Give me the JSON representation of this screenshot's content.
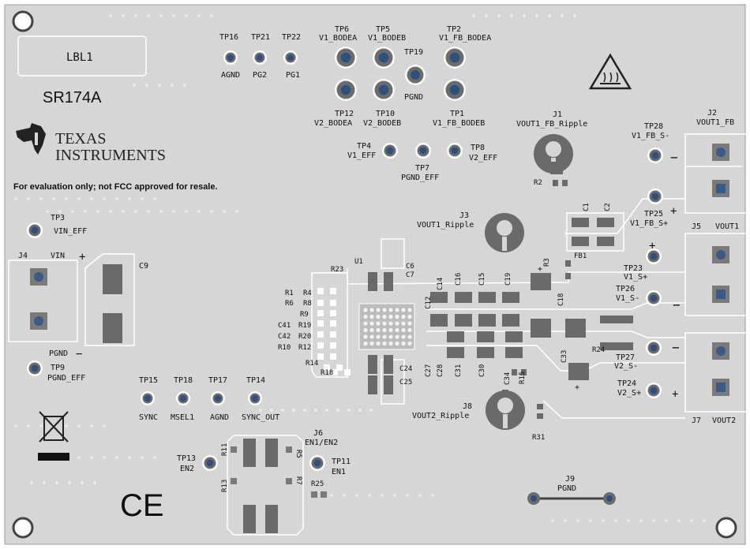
{
  "board": {
    "label_box": "LBL1",
    "part_number": "SR174A",
    "brand_line1": "TEXAS",
    "brand_line2": "INSTRUMENTS",
    "disclaimer": "For evaluation only; not FCC approved for resale.",
    "ce_mark": "CE"
  },
  "test_points": [
    {
      "id": "tp16",
      "name": "TP16",
      "signal": "AGND"
    },
    {
      "id": "tp21",
      "name": "TP21",
      "signal": "PG2"
    },
    {
      "id": "tp22",
      "name": "TP22",
      "signal": "PG1"
    },
    {
      "id": "tp6",
      "name": "TP6",
      "signal": "V1_BODEA"
    },
    {
      "id": "tp5",
      "name": "TP5",
      "signal": "V1_BODEB"
    },
    {
      "id": "tp2",
      "name": "TP2",
      "signal": "V1_FB_BODEA"
    },
    {
      "id": "tp19",
      "name": "TP19",
      "signal": "PGND"
    },
    {
      "id": "tp12",
      "name": "TP12",
      "signal": "V2_BODEA"
    },
    {
      "id": "tp10",
      "name": "TP10",
      "signal": "V2_BODEB"
    },
    {
      "id": "tp1",
      "name": "TP1",
      "signal": "V1_FB_BODEB"
    },
    {
      "id": "tp4",
      "name": "TP4",
      "signal": "V1_EFF"
    },
    {
      "id": "tp7",
      "name": "TP7",
      "signal": "PGND_EFF"
    },
    {
      "id": "tp8",
      "name": "TP8",
      "signal": "V2_EFF"
    },
    {
      "id": "tp3",
      "name": "TP3",
      "signal": "VIN_EFF"
    },
    {
      "id": "tp9",
      "name": "TP9",
      "signal": "PGND_EFF"
    },
    {
      "id": "tp15",
      "name": "TP15",
      "signal": "SYNC"
    },
    {
      "id": "tp18",
      "name": "TP18",
      "signal": "MSEL1"
    },
    {
      "id": "tp17",
      "name": "TP17",
      "signal": "AGND"
    },
    {
      "id": "tp14",
      "name": "TP14",
      "signal": "SYNC_OUT"
    },
    {
      "id": "tp13",
      "name": "TP13",
      "signal": "EN2"
    },
    {
      "id": "tp11",
      "name": "TP11",
      "signal": "EN1"
    },
    {
      "id": "tp28",
      "name": "TP28",
      "signal": "V1_FB_S-"
    },
    {
      "id": "tp25",
      "name": "TP25",
      "signal": "V1_FB_S+"
    },
    {
      "id": "tp23",
      "name": "TP23",
      "signal": "V1_S+"
    },
    {
      "id": "tp26",
      "name": "TP26",
      "signal": "V1_S-"
    },
    {
      "id": "tp27",
      "name": "TP27",
      "signal": "V2_S-"
    },
    {
      "id": "tp24",
      "name": "TP24",
      "signal": "V2_S+"
    }
  ],
  "connectors": {
    "j1": {
      "name": "J1",
      "signal": "VOUT1_FB_Ripple"
    },
    "j2": {
      "name": "J2",
      "signal": "VOUT1_FB"
    },
    "j3": {
      "name": "J3",
      "signal": "VOUT1_Ripple"
    },
    "j4": {
      "name": "J4",
      "signal": "VIN"
    },
    "j5": {
      "name": "J5",
      "signal": "VOUT1"
    },
    "j6": {
      "name": "J6",
      "signal": "EN1/EN2"
    },
    "j7": {
      "name": "J7",
      "signal": "VOUT2"
    },
    "j8": {
      "name": "J8",
      "signal": "VOUT2_Ripple"
    },
    "j9": {
      "name": "J9",
      "signal": "PGND"
    }
  },
  "components": {
    "u1": "U1",
    "r23": "R23",
    "r1": "R1",
    "r4": "R4",
    "r6": "R6",
    "r8": "R8",
    "r9": "R9",
    "c41": "C41",
    "r19": "R19",
    "c42": "C42",
    "r20": "R20",
    "r10": "R10",
    "r12": "R12",
    "r14": "R14",
    "r18": "R18",
    "c6": "C6",
    "c7": "C7",
    "c12": "C12",
    "c14": "C14",
    "c16": "C16",
    "c15": "C15",
    "c19": "C19",
    "c18": "C18",
    "c24": "C24",
    "c25": "C25",
    "c27": "C27",
    "c28": "C28",
    "c31": "C31",
    "c30": "C30",
    "c34": "C34",
    "c33": "C33",
    "r15": "R15",
    "r31": "R31",
    "r24": "R24",
    "r3": "R3",
    "fb1": "FB1",
    "c1": "C1",
    "c2": "C2",
    "r2": "R2",
    "c9": "C9",
    "r11": "R11",
    "r13": "R13",
    "r5": "R5",
    "r7": "R7",
    "r25": "R25"
  },
  "power_labels": {
    "pgnd": "PGND",
    "plus": "+",
    "minus": "−"
  },
  "colors": {
    "board": "#d6d6d6",
    "silk": "#ffffff",
    "pad": "#7a7a7a",
    "pad_dark": "#5a5a5a",
    "tp_ring": "#6b6b6b",
    "tp_center": "#2f4f7f",
    "text": "#111111"
  }
}
